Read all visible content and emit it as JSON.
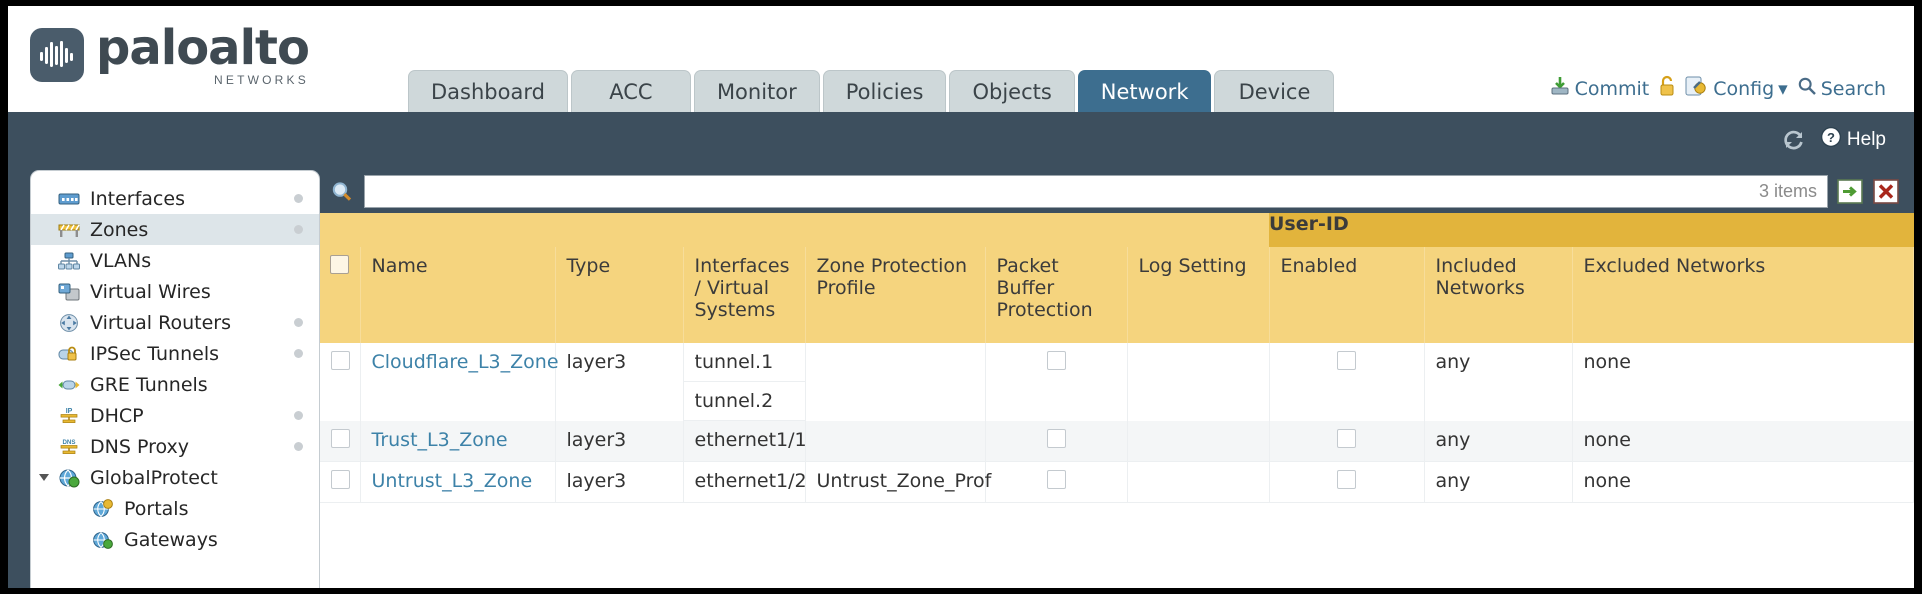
{
  "brand": {
    "name": "paloalto",
    "tagline": "NETWORKS",
    "registered": "®"
  },
  "tabs": [
    {
      "label": "Dashboard",
      "active": false
    },
    {
      "label": "ACC",
      "active": false
    },
    {
      "label": "Monitor",
      "active": false
    },
    {
      "label": "Policies",
      "active": false
    },
    {
      "label": "Objects",
      "active": false
    },
    {
      "label": "Network",
      "active": true
    },
    {
      "label": "Device",
      "active": false
    }
  ],
  "header_actions": [
    {
      "label": "Commit",
      "icon": "commit-icon"
    },
    {
      "label": "",
      "icon": "lock-icon"
    },
    {
      "label": "Config",
      "icon": "config-icon",
      "caret": "▾"
    },
    {
      "label": "Search",
      "icon": "search-icon"
    }
  ],
  "strip": {
    "refresh_icon": "refresh-icon",
    "help_label": "Help",
    "help_icon": "help-icon"
  },
  "sidebar": {
    "items": [
      {
        "label": "Interfaces",
        "icon": "interfaces-icon",
        "selected": false,
        "dot": true,
        "indent": false
      },
      {
        "label": "Zones",
        "icon": "zones-icon",
        "selected": true,
        "dot": true,
        "indent": false
      },
      {
        "label": "VLANs",
        "icon": "vlans-icon",
        "selected": false,
        "dot": false,
        "indent": false
      },
      {
        "label": "Virtual Wires",
        "icon": "virtual-wires-icon",
        "selected": false,
        "dot": false,
        "indent": false
      },
      {
        "label": "Virtual Routers",
        "icon": "virtual-routers-icon",
        "selected": false,
        "dot": true,
        "indent": false
      },
      {
        "label": "IPSec Tunnels",
        "icon": "ipsec-tunnels-icon",
        "selected": false,
        "dot": true,
        "indent": false
      },
      {
        "label": "GRE Tunnels",
        "icon": "gre-tunnels-icon",
        "selected": false,
        "dot": false,
        "indent": false
      },
      {
        "label": "DHCP",
        "icon": "dhcp-icon",
        "selected": false,
        "dot": true,
        "indent": false
      },
      {
        "label": "DNS Proxy",
        "icon": "dns-proxy-icon",
        "selected": false,
        "dot": true,
        "indent": false
      },
      {
        "label": "GlobalProtect",
        "icon": "globalprotect-icon",
        "selected": false,
        "dot": false,
        "indent": false,
        "expander": "open"
      },
      {
        "label": "Portals",
        "icon": "portals-icon",
        "selected": false,
        "dot": false,
        "indent": true
      },
      {
        "label": "Gateways",
        "icon": "gateways-icon",
        "selected": false,
        "dot": false,
        "indent": true
      }
    ]
  },
  "search": {
    "value": "",
    "placeholder": "",
    "item_count": "3 items",
    "apply_icon": "apply-arrow-icon",
    "clear_icon": "clear-x-icon",
    "magnifier_icon": "magnifier-icon"
  },
  "table": {
    "group_header": {
      "label": "User-ID",
      "span": 3
    },
    "columns": [
      {
        "key": "checkbox",
        "label": ""
      },
      {
        "key": "name",
        "label": "Name"
      },
      {
        "key": "type",
        "label": "Type"
      },
      {
        "key": "interfaces",
        "label": "Interfaces / Virtual Systems"
      },
      {
        "key": "zone_protection",
        "label": "Zone Protection Profile"
      },
      {
        "key": "packet_buffer",
        "label": "Packet Buffer Protection"
      },
      {
        "key": "log_setting",
        "label": "Log Setting"
      },
      {
        "key": "enabled",
        "label": "Enabled"
      },
      {
        "key": "included",
        "label": "Included Networks"
      },
      {
        "key": "excluded",
        "label": "Excluded Networks"
      }
    ],
    "rows": [
      {
        "selected": false,
        "name": "Cloudflare_L3_Zone",
        "type": "layer3",
        "interfaces": [
          "tunnel.1",
          "tunnel.2"
        ],
        "zone_protection": "",
        "packet_buffer": "unchecked",
        "log_setting": "",
        "enabled": "unchecked",
        "included": "any",
        "excluded": "none"
      },
      {
        "selected": false,
        "name": "Trust_L3_Zone",
        "type": "layer3",
        "interfaces": [
          "ethernet1/1"
        ],
        "zone_protection": "",
        "packet_buffer": "unchecked",
        "log_setting": "",
        "enabled": "unchecked",
        "included": "any",
        "excluded": "none"
      },
      {
        "selected": false,
        "name": "Untrust_L3_Zone",
        "type": "layer3",
        "interfaces": [
          "ethernet1/2"
        ],
        "zone_protection": "Untrust_Zone_Prof",
        "packet_buffer": "unchecked",
        "log_setting": "",
        "enabled": "unchecked",
        "included": "any",
        "excluded": "none"
      }
    ]
  },
  "colors": {
    "app_bg": "#3d4f5e",
    "tab_active": "#3d6e8f",
    "tab_inactive": "#cfd8da",
    "table_header": "#f5d47e",
    "group_header": "#e2b43c",
    "link": "#3d82a8",
    "sidebar_selected": "#dde5e9"
  }
}
